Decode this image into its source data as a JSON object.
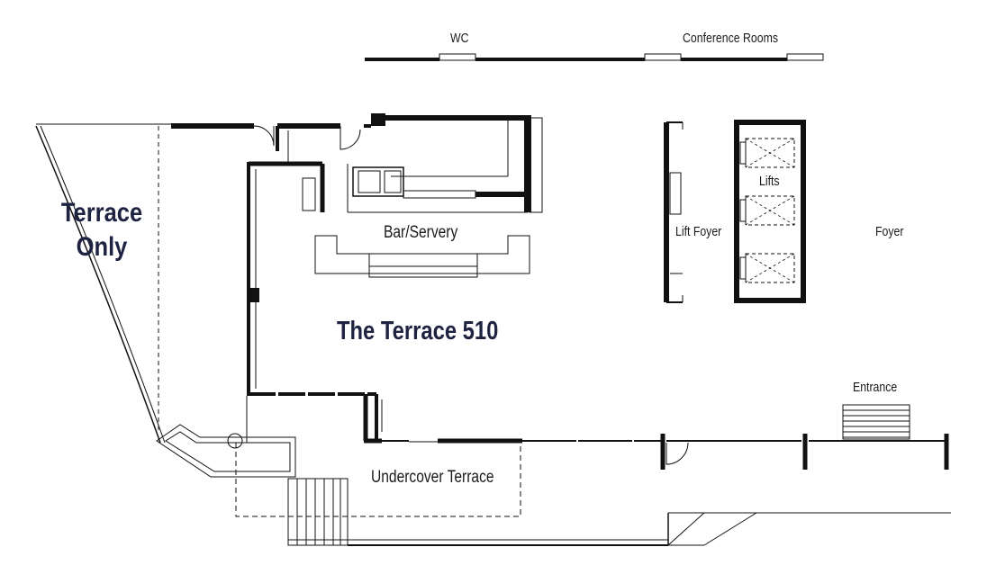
{
  "labels": {
    "wc": "WC",
    "conference_rooms": "Conference Rooms",
    "terrace_only_line1": "Terrace",
    "terrace_only_line2": "Only",
    "bar_servery": "Bar/Servery",
    "lift_foyer": "Lift Foyer",
    "lifts": "Lifts",
    "foyer": "Foyer",
    "main_room": "The Terrace 510",
    "entrance": "Entrance",
    "undercover_terrace": "Undercover Terrace"
  },
  "colors": {
    "wall": "#111111",
    "title": "#1d2340",
    "background": "#ffffff"
  }
}
